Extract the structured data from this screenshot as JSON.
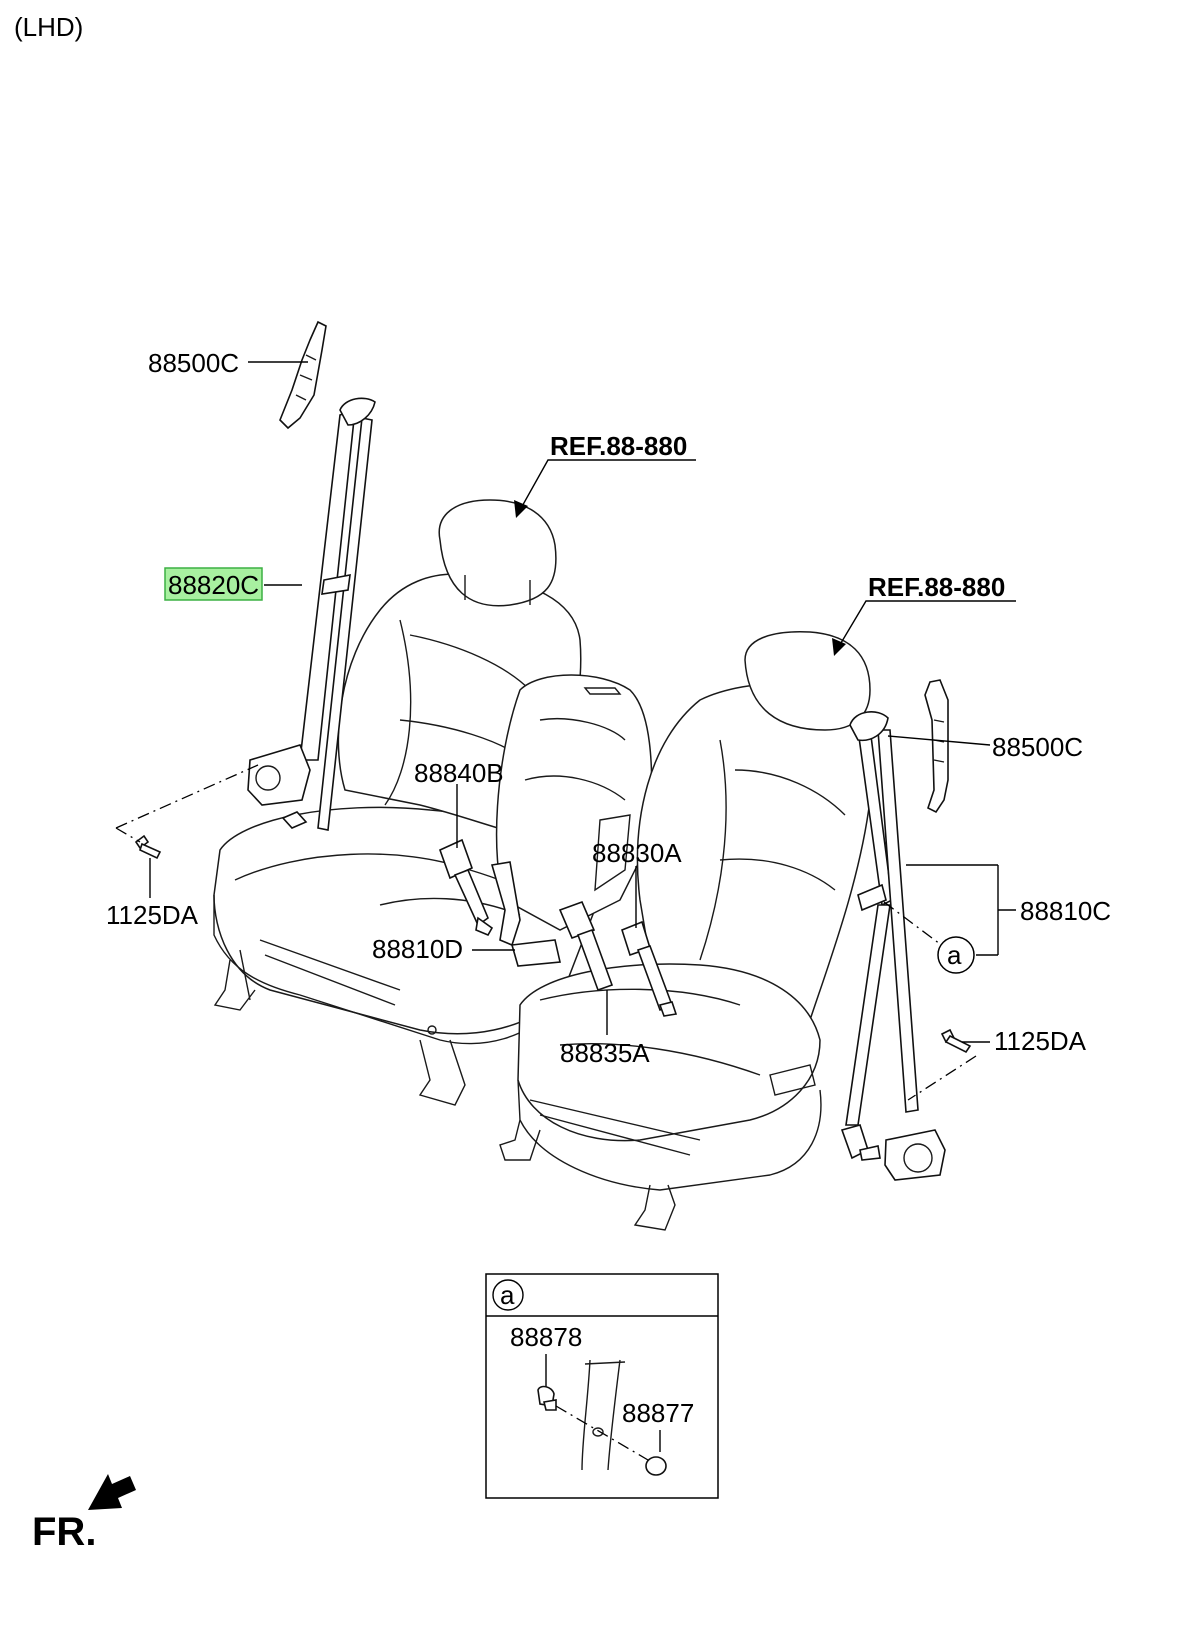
{
  "header": {
    "title": "(LHD)"
  },
  "colors": {
    "highlight": "#a8f0a0",
    "highlight_border": "#3cb043",
    "line": "#000000"
  },
  "references": {
    "ref_left": "REF.88-880",
    "ref_right": "REF.88-880"
  },
  "parts": {
    "p88500c_left": "88500C",
    "p88820c": "88820C",
    "p1125da_left": "1125DA",
    "p88840b": "88840B",
    "p88830a": "88830A",
    "p88810d": "88810D",
    "p88835a": "88835A",
    "p88500c_right": "88500C",
    "p88810c": "88810C",
    "p1125da_right": "1125DA",
    "marker_a": "a"
  },
  "detail_box": {
    "marker": "a",
    "part_88878": "88878",
    "part_88877": "88877"
  },
  "footer": {
    "front_label": "FR."
  }
}
